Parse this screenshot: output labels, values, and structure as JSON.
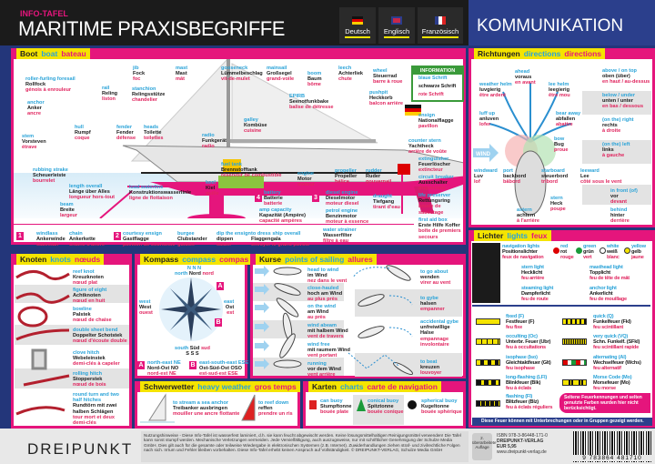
{
  "header": {
    "info_label": "INFO-TAFEL",
    "title": "MARITIME PRAXISBEGRIFFE",
    "languages": [
      "Deutsch",
      "Englisch",
      "Französisch"
    ],
    "right_title": "KOMMUNIKATION"
  },
  "colors": {
    "magenta": "#e5157c",
    "yellow": "#f5e400",
    "blue_text": "#2aa3d8",
    "red_text": "#e0245e",
    "navy": "#2b3f8c"
  },
  "boat": {
    "heading": {
      "de": "Boot",
      "en": "boat",
      "fr": "bateau"
    },
    "information": {
      "title": "INFORMATION",
      "rows": [
        "blaue Schrift",
        "schwarze Schrift",
        "rote Schrift"
      ]
    },
    "terms": [
      {
        "en": "roller-furling foresail",
        "de": "Rollfock",
        "fr": "génois à enrouleur"
      },
      {
        "en": "jib",
        "de": "Fock",
        "fr": "foc"
      },
      {
        "en": "mast",
        "de": "Mast",
        "fr": "mât"
      },
      {
        "en": "gooseneck",
        "de": "Lümmelbeschlag",
        "fr": "vit-de-mulet"
      },
      {
        "en": "mainsail",
        "de": "Großsegel",
        "fr": "grand-voile"
      },
      {
        "en": "boom",
        "de": "Baum",
        "fr": "bôme"
      },
      {
        "en": "leech",
        "de": "Achterliek",
        "fr": "chute"
      },
      {
        "en": "wheel",
        "de": "Steuerrad",
        "fr": "barre à roue"
      },
      {
        "en": "rail",
        "de": "Reling",
        "fr": "liston"
      },
      {
        "en": "stanchion",
        "de": "Relingsstütze",
        "fr": "chandelier"
      },
      {
        "en": "anchor",
        "de": "Anker",
        "fr": "ancre"
      },
      {
        "en": "EPIRB",
        "de": "Seenotfunkbake",
        "fr": "balise de détresse"
      },
      {
        "en": "pushpit",
        "de": "Heckkorb",
        "fr": "balcon arrière"
      },
      {
        "en": "hull",
        "de": "Rumpf",
        "fr": "coque"
      },
      {
        "en": "fender",
        "de": "Fender",
        "fr": "défense"
      },
      {
        "en": "heads",
        "de": "Toilette",
        "fr": "toilettes"
      },
      {
        "en": "galley",
        "de": "Kombüse",
        "fr": "cuisine"
      },
      {
        "en": "radio",
        "de": "Funkgerät",
        "fr": "radio"
      },
      {
        "en": "stem",
        "de": "Vorsteven",
        "fr": "étrave"
      },
      {
        "en": "ensign",
        "de": "Nationalflagge",
        "fr": "pavillon"
      },
      {
        "en": "counter stern",
        "de": "Yachtheck",
        "fr": "arrière de voûte"
      },
      {
        "en": "rubbing strake",
        "de": "Scheuerleiste",
        "fr": "bourrelet"
      },
      {
        "en": "fuel tank",
        "de": "Brennstofftank",
        "fr": "réservoir de combustible"
      },
      {
        "en": "engine",
        "de": "Motor",
        "fr": "moteur"
      },
      {
        "en": "propeller",
        "de": "Propeller",
        "fr": "hélice"
      },
      {
        "en": "rudder",
        "de": "Ruder",
        "fr": "gouvernail"
      },
      {
        "en": "length overall",
        "de": "Länge über Alles",
        "fr": "longueur hors-tout"
      },
      {
        "en": "load waterline",
        "de": "Konstruktionswasserlinie",
        "fr": "ligne de flottaison"
      },
      {
        "en": "keel",
        "de": "Kiel",
        "fr": "quille"
      },
      {
        "en": "draught",
        "de": "Tiefgang",
        "fr": "tirant d'eau"
      },
      {
        "en": "beam",
        "de": "Breite",
        "fr": "largeur"
      },
      {
        "en": "battery",
        "de": "Batterie",
        "fr": "batterie"
      },
      {
        "en": "amp capacity",
        "de": "Kapazität (Ampère)",
        "fr": "capacité ampères"
      },
      {
        "en": "diesel engine",
        "de": "Dieselmotor",
        "fr": "moteur diesel"
      },
      {
        "en": "petrol engine",
        "de": "Benzinmotor",
        "fr": "moteur à essence"
      },
      {
        "en": "water strainer",
        "de": "Wasserfilter",
        "fr": "filtre à eau"
      },
      {
        "en": "extinguisher",
        "de": "Feuerlöscher",
        "fr": "extincteur"
      },
      {
        "en": "circuit breaker",
        "de": "Ausschalter",
        "fr": "disjoncteur"
      },
      {
        "en": "life preserver",
        "de": "Rettungsring",
        "fr": "bouée de sauvetage"
      },
      {
        "en": "first aid box",
        "de": "Erste Hilfe Koffer",
        "fr": "boîte de premiers secours"
      },
      {
        "en": "windlass",
        "de": "Ankerwinde",
        "fr": "cabestan"
      },
      {
        "en": "chain",
        "de": "Ankerkette",
        "fr": "chaîne d'ancre"
      },
      {
        "en": "courtesy ensign",
        "de": "Gastflagge",
        "fr": "pavillon de courtoisie"
      },
      {
        "en": "burgee",
        "de": "Clubstander",
        "fr": "guidon"
      },
      {
        "en": "dip the ensign",
        "de": "dippen",
        "fr": "saluer"
      },
      {
        "en": "to dress ship overall",
        "de": "Flaggengala",
        "fr": "envoyer le grand pavois"
      }
    ],
    "numbers": [
      "1",
      "2",
      "3",
      "4"
    ]
  },
  "directions": {
    "heading": {
      "de": "Richtungen",
      "en": "directions",
      "fr": "directions"
    },
    "wind_label": "WIND",
    "terms": [
      {
        "en": "ahead",
        "de": "voraus",
        "fr": "en avant"
      },
      {
        "en": "weather helm",
        "de": "luvgierig",
        "fr": "être ardent"
      },
      {
        "en": "lee helm",
        "de": "leegierig",
        "fr": "être mou"
      },
      {
        "en": "luff up",
        "de": "anluven",
        "fr": "lofer"
      },
      {
        "en": "bear away",
        "de": "abfallen",
        "fr": "abattre"
      },
      {
        "en": "bow",
        "de": "Bug",
        "fr": "proue"
      },
      {
        "en": "windward",
        "de": "Luv",
        "fr": "lof"
      },
      {
        "en": "port",
        "de": "backbord",
        "fr": "bâbord"
      },
      {
        "en": "starboard",
        "de": "steuerbord",
        "fr": "tribord"
      },
      {
        "en": "leeward",
        "de": "Lee",
        "fr": "côté sous le vent"
      },
      {
        "en": "stern",
        "de": "Heck",
        "fr": "poupe"
      },
      {
        "en": "astern",
        "de": "achtern",
        "fr": "à l'arrière"
      },
      {
        "en": "above / on top",
        "de": "oben (über)",
        "fr": "en haut / au-dessus"
      },
      {
        "en": "below / under",
        "de": "unten / unter",
        "fr": "en bas / dessous"
      },
      {
        "en": "(on the) right",
        "de": "rechts",
        "fr": "à droite"
      },
      {
        "en": "(on the) left",
        "de": "links",
        "fr": "à gauche"
      },
      {
        "en": "in front (of)",
        "de": "vor",
        "fr": "devant"
      },
      {
        "en": "behind",
        "de": "hinter",
        "fr": "derrière"
      }
    ]
  },
  "lights": {
    "heading": {
      "de": "Lichter",
      "en": "lights",
      "fr": "feux"
    },
    "terms": [
      {
        "en": "navigation lights",
        "de": "Positionslichter",
        "fr": "feux de navigation"
      },
      {
        "en": "red",
        "de": "rot",
        "fr": "rouge"
      },
      {
        "en": "green",
        "de": "grün",
        "fr": "vert"
      },
      {
        "en": "white",
        "de": "weiß",
        "fr": "blanc"
      },
      {
        "en": "yellow",
        "de": "gelb",
        "fr": "jaune"
      },
      {
        "en": "stern light",
        "de": "Hecklicht",
        "fr": "feu arrière"
      },
      {
        "en": "masthead light",
        "de": "Topplicht",
        "fr": "feu de tête de mât"
      },
      {
        "en": "steaming light",
        "de": "Dampferlicht",
        "fr": "feu de route"
      },
      {
        "en": "anchor light",
        "de": "Ankerlicht",
        "fr": "feu de mouillage"
      },
      {
        "en": "fixed (F)",
        "de": "Festfeuer (F)",
        "fr": "feu fixe"
      },
      {
        "en": "quick (Q)",
        "de": "Funkelfeuer (Fkl)",
        "fr": "feu scintillant"
      },
      {
        "en": "occulting (Oc)",
        "de": "Unterbr. Feuer (Ubr)",
        "fr": "feu à occultations"
      },
      {
        "en": "very quick (VQ)",
        "de": "Schn. Funkelf. (SFkl)",
        "fr": "feu scintillant rapide"
      },
      {
        "en": "isophase (Iso)",
        "de": "Gleichtaktfeuer (Glt)",
        "fr": "feu isophase"
      },
      {
        "en": "alternating (Al)",
        "de": "Wechselfeuer (Wchs)",
        "fr": "feu alternatif"
      },
      {
        "en": "long-flashing (LFl)",
        "de": "Blinkfeuer (Blk)",
        "fr": "feu à éclats"
      },
      {
        "en": "Morse Code (Mo)",
        "de": "Morsefeuer (Mo)",
        "fr": "feu morse"
      },
      {
        "en": "flashing (Fl)",
        "de": "Blitzfeuer (Blz)",
        "fr": "feu à éclats réguliers"
      }
    ],
    "note": "Seltene Feuerkennungen und selten genutzte Farben wurden hier nicht berücksichtigt.",
    "footnote": "Diese Feuer können mit Unterbrechungen oder in Gruppen gezeigt werden."
  },
  "knots": {
    "heading": {
      "de": "Knoten",
      "en": "knots",
      "fr": "nœuds"
    },
    "terms": [
      {
        "en": "reef knot",
        "de": "Kreuzknoten",
        "fr": "nœud plat"
      },
      {
        "en": "figure of eight",
        "de": "Achtknoten",
        "fr": "nœud en huit"
      },
      {
        "en": "bowline",
        "de": "Palstek",
        "fr": "nœud de chaise"
      },
      {
        "en": "double sheet bend",
        "de": "Doppelter Schotstek",
        "fr": "nœud d'écoute double"
      },
      {
        "en": "clove hitch",
        "de": "Webeleinstek",
        "fr": "demi-clés à capeler"
      },
      {
        "en": "rolling hitch",
        "de": "Stopperstek",
        "fr": "nœud de bois"
      },
      {
        "en": "round turn and two half hitches",
        "de": "Rundtörn mit zwei halben Schlägen",
        "fr": "tour mort et deux demi-clés"
      }
    ]
  },
  "compass": {
    "heading": {
      "de": "Kompass",
      "en": "compass",
      "fr": "compas"
    },
    "north": {
      "abbr": "N N N",
      "en": "north",
      "de": "Nord",
      "fr": "nord"
    },
    "south": {
      "abbr": "S S S",
      "en": "south",
      "de": "Süd",
      "fr": "sud"
    },
    "west": {
      "abbr": [
        "W",
        "W",
        "O"
      ],
      "en": "west",
      "de": "West",
      "fr": "ouest"
    },
    "east": {
      "abbr": [
        "E",
        "O",
        "E"
      ],
      "en": "east",
      "de": "Ost",
      "fr": "est"
    },
    "marker_a": "A",
    "marker_b": "B",
    "a": {
      "en": "north-east",
      "de": "Nord-Ost",
      "fr": "nord-est",
      "abbr": [
        "NE",
        "NO",
        "NE"
      ]
    },
    "b": {
      "en": "east-south-east",
      "de": "Ost-Süd-Ost",
      "fr": "est-sud-est",
      "abbr": [
        "ESE",
        "OSO",
        "ESE"
      ]
    }
  },
  "courses": {
    "heading": {
      "de": "Kurse",
      "en": "points of sailing",
      "fr": "allures"
    },
    "terms": [
      {
        "en": "head to wind",
        "de": "im Wind",
        "fr": "nez dans le vent"
      },
      {
        "en": "close-hauled",
        "de": "hoch am Wind",
        "fr": "au plus près"
      },
      {
        "en": "on the wind",
        "de": "am Wind",
        "fr": "au près"
      },
      {
        "en": "wind abeam",
        "de": "mit halbem Wind",
        "fr": "vent de travers"
      },
      {
        "en": "wind free",
        "de": "mit raumem Wind",
        "fr": "vent portant"
      },
      {
        "en": "running",
        "de": "vor dem Wind",
        "fr": "vent arrière"
      },
      {
        "en": "to go about",
        "de": "wenden",
        "fr": "virer au vent"
      },
      {
        "en": "to gybe",
        "de": "halsen",
        "fr": "empanner"
      },
      {
        "en": "accidental gybe",
        "de": "unfreiwillige Halse",
        "fr": "empannage involontaire"
      },
      {
        "en": "to beat",
        "de": "kreuzen",
        "fr": "louvoyer"
      }
    ]
  },
  "heavy_weather": {
    "heading": {
      "de": "Schwerwetter",
      "en": "heavy weather",
      "fr": "gros temps"
    },
    "terms": [
      {
        "en": "to stream a sea anchor",
        "de": "Treibanker ausbringen",
        "fr": "mouiller une ancre flottante"
      },
      {
        "en": "to reef down",
        "de": "reffen",
        "fr": "prendre un ris"
      }
    ]
  },
  "charts": {
    "heading": {
      "de": "Karten",
      "en": "charts",
      "fr": "carte de navigation"
    },
    "terms": [
      {
        "en": "can buoy",
        "de": "Stumpftonne",
        "fr": "bouée plate"
      },
      {
        "en": "conical buoy",
        "de": "Spitztonne",
        "fr": "bouée conique"
      },
      {
        "en": "spherical buoy",
        "de": "Kugeltonne",
        "fr": "bouée sphérique"
      }
    ]
  },
  "footer": {
    "logo": "DREIPUNKT",
    "notice": "Nutzungshinweise - Diese Info-Tafel ist wasserfest laminiert, d.h. sie kann feucht abgewischt werden. Keine lösungsmittelhaltigen Reinigungsmittel verwenden! Die Tafel kann sonst stumpf werden. Mechanische Verletzungen vermeiden. Jede Vervielfältigung, auch auszugsweise, nur mit schriftlicher Genehmigung der Schulze Media GmbH. Dies gilt auch für die gesamte oder teilweise Wiedergabe in elektronischen Systemen (z.B. Internet). Zuwiderhandlungen ziehen straf- und zivilrechtliche Folgen nach sich. Irrtum und Fehler bleiben vorbehalten. Diese Info-Tafel erhebt keinen Anspruch auf Vollständigkeit. © DREIPUNKT-VERLAG, Schulze Media GmbH",
    "edition": "2. überarbeitete Auflage",
    "isbn": "ISBN 978-3-86448-171-0",
    "publisher": "DREIPUNKT-VERLAG",
    "price": "EUR 5,95",
    "website": "www.dreipunkt-verlag.de",
    "barcode_number": "9 783864 481710"
  }
}
